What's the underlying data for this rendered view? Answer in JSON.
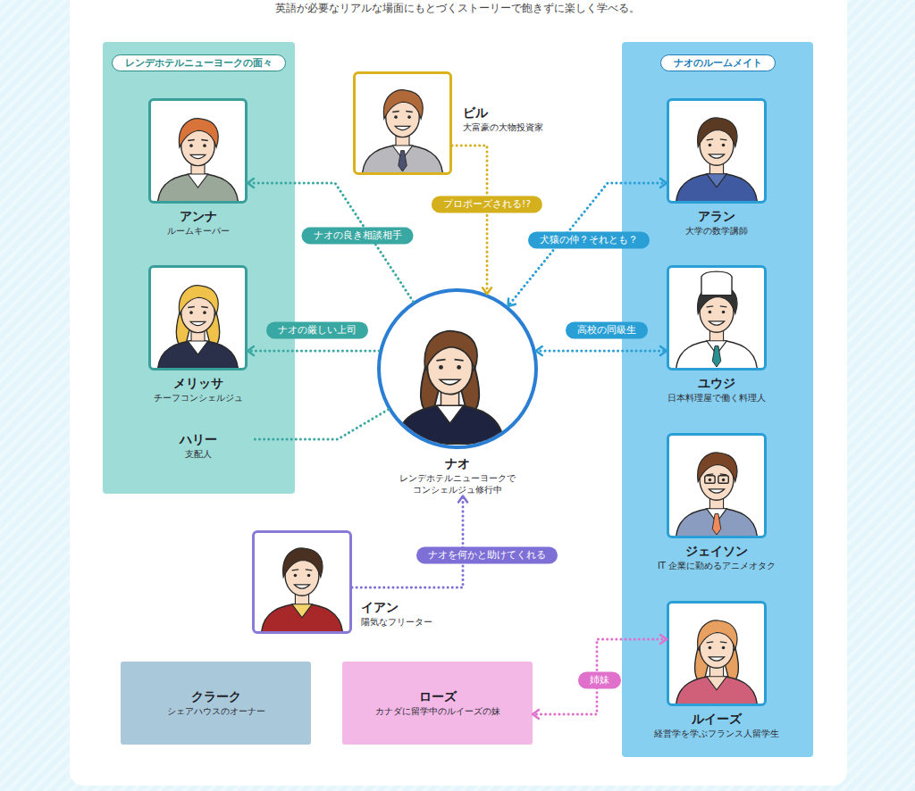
{
  "diagram": {
    "title": "英語が必要なリアルな場面にもとづくストーリーで飽きずに楽しく学べる。",
    "nodes": [
      {
        "text": [
          "レンデホテルニューヨークの面々"
        ]
      },
      {
        "text": [
          "アンナ",
          "ルームキーパー"
        ],
        "in": 0
      },
      {
        "text": [
          "メリッサ",
          "チーフコンシェルジュ"
        ],
        "in": 0
      },
      {
        "text": [
          "ハリー",
          "支配人"
        ],
        "in": 0
      },
      {
        "text": [
          "ビル",
          "大富豪の大物投資家"
        ]
      },
      {
        "text": [
          "ナオ",
          "レンデホテルニューヨークで コンシェルジュ修行中"
        ]
      },
      {
        "text": [
          "ナオのルームメイト"
        ]
      },
      {
        "text": [
          "アラン",
          "大学の数学講師"
        ],
        "in": 6
      },
      {
        "text": [
          "ユウジ",
          "日本料理屋で働く料理人"
        ],
        "in": 6
      },
      {
        "text": [
          "ジェイソン",
          "IT 企業に勤めるアニメオタク"
        ],
        "in": 6
      },
      {
        "text": [
          "ルイーズ",
          "経営学を学ぶフランス人留学生"
        ],
        "in": 6
      },
      {
        "text": [
          "イアン",
          "陽気なフリーター"
        ]
      },
      {
        "text": [
          "クラーク",
          "シェアハウスのオーナー"
        ]
      },
      {
        "text": [
          "ローズ",
          "カナダに留学中のルイーズの妹"
        ]
      }
    ],
    "edges": [
      {
        "from": 5,
        "to": 1,
        "label": "ナオの良き相談相手",
        "arrow": "to"
      },
      {
        "from": 5,
        "to": 2,
        "label": "ナオの厳しい上司",
        "arrow": "to"
      },
      {
        "from": 5,
        "to": 3,
        "arrow": "none"
      },
      {
        "from": 4,
        "to": 5,
        "label": "プロポーズされる!?",
        "arrow": "to"
      },
      {
        "from": 7,
        "to": 5,
        "label": "犬猿の仲？それとも？",
        "arrow": "both"
      },
      {
        "from": 5,
        "to": 8,
        "label": "高校の同級生",
        "arrow": "both"
      },
      {
        "from": 11,
        "to": 5,
        "label": "ナオを何かと助けてくれる",
        "arrow": "to"
      },
      {
        "from": 10,
        "to": 13,
        "label": "姉妹",
        "arrow": "both"
      }
    ]
  }
}
